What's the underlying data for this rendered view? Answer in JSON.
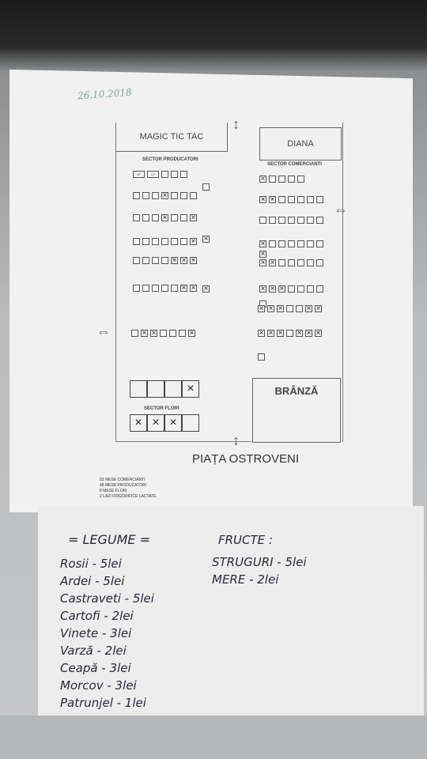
{
  "document": {
    "date": "26.10.2018",
    "stalls": {
      "magic": "MAGIC TIC TAC",
      "diana": "DIANA",
      "branza": "BRÂNZĂ"
    },
    "sectors": {
      "producatori": "SECTOR PRODUCATORI",
      "comercianti": "SECTOR COMERCIANTI",
      "flori": "SECTOR FLORI"
    },
    "market_title": "PIAȚA OSTROVENI",
    "lf_label": "LF",
    "legend": [
      "53 MESE COMERCIANTI",
      "48 MESE PRODUCATORI",
      "8 MESE FLORI",
      "2 LAZI FRIGORIFICE LACTATE"
    ],
    "icons": {
      "double-arrow-vertical": "↕",
      "double-arrow-horizontal": "⇔",
      "x-mark": "×"
    }
  },
  "notes": {
    "legume_title": "= LEGUME =",
    "fructe_title": "FRUCTE :",
    "legume": [
      "Rosii - 5lei",
      "Ardei - 5lei",
      "Castraveti - 5lei",
      "Cartofi - 2lei",
      "Vinete - 3lei",
      "Varză - 2lei",
      "Ceapă - 3lei",
      "Morcov - 3lei",
      "Patrunjel - 1lei"
    ],
    "fructe": [
      "STRUGURI - 5lei",
      "MERE - 2lei"
    ]
  }
}
